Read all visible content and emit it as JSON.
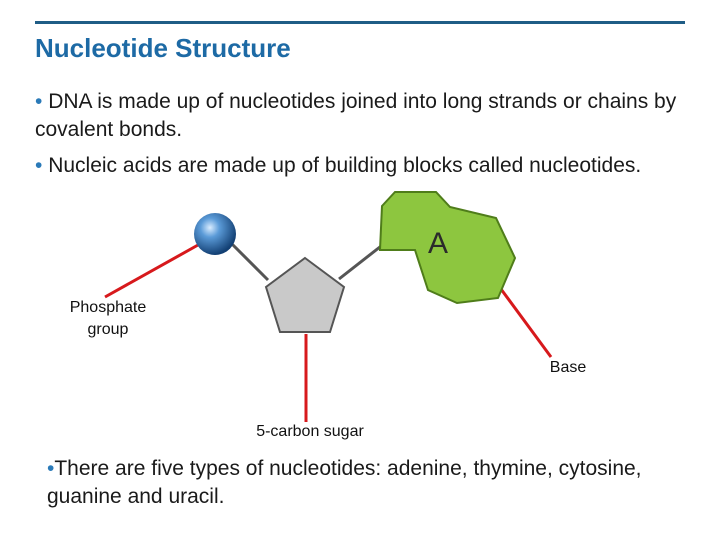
{
  "slide": {
    "title": "Nucleotide Structure",
    "bullets": [
      {
        "marker": "•",
        "text": "DNA is made up of nucleotides joined into long strands or chains by covalent bonds."
      },
      {
        "marker": "•",
        "text": "Nucleic acids are made up of building blocks called nucleotides."
      }
    ],
    "bottom_bullet": {
      "marker": "•",
      "text": "There are five types of nucleotides:  adenine, thymine, cytosine, guanine and uracil."
    }
  },
  "diagram": {
    "base_letter": "A",
    "labels": {
      "phosphate_line1": "Phosphate",
      "phosphate_line2": "group",
      "base": "Base",
      "sugar": "5-carbon sugar"
    },
    "colors": {
      "phosphate": "#2b6fb0",
      "sugar": "#c9c9c9",
      "base": "#8dc63f",
      "leader_lines": "#d7191c",
      "bonds": "#555555",
      "accent": "#1f5d86"
    }
  }
}
